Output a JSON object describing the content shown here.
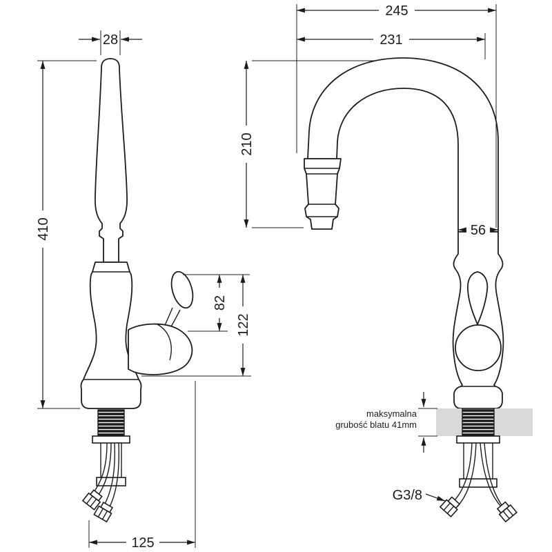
{
  "drawing": {
    "views": {
      "front": {
        "spout_top_width": "28",
        "total_height": "410",
        "handle_upper_height": "82",
        "handle_total_height": "122",
        "base_width": "125"
      },
      "side": {
        "overall_depth": "245",
        "spout_reach": "231",
        "spout_clearance_height": "210",
        "body_width": "56",
        "thread_size": "G3/8",
        "countertop_note_line1": "maksymalna",
        "countertop_note_line2": "grubość blatu 41mm"
      }
    },
    "colors": {
      "line": "#1c1c1c",
      "countertop_fill": "#d9d9d9"
    }
  }
}
